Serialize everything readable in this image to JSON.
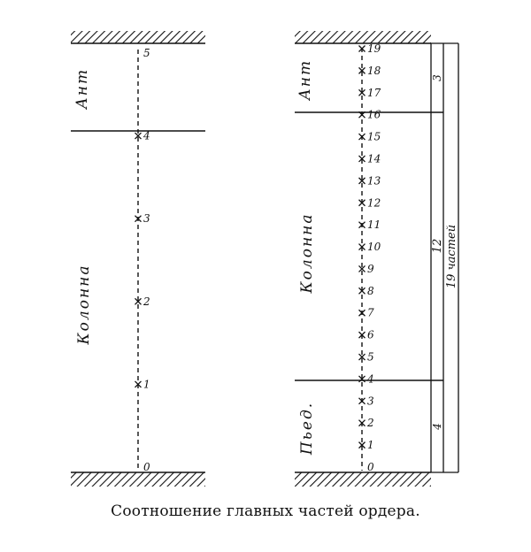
{
  "caption": "Соотношение главных частей ордера.",
  "left_diagram": {
    "section_labels": {
      "top": "Ант",
      "middle": "Колонна"
    },
    "divisions": [
      "0",
      "1",
      "2",
      "3",
      "4",
      "5"
    ]
  },
  "right_diagram": {
    "section_labels": {
      "top": "Ант",
      "middle": "Колонна",
      "bottom": "Пьед."
    },
    "divisions": [
      "0",
      "1",
      "2",
      "3",
      "4",
      "5",
      "6",
      "7",
      "8",
      "9",
      "10",
      "11",
      "12",
      "13",
      "14",
      "15",
      "16",
      "17",
      "18",
      "19"
    ],
    "part_labels": {
      "top": "3",
      "middle": "12",
      "bottom": "4",
      "total": "19 частей"
    }
  }
}
